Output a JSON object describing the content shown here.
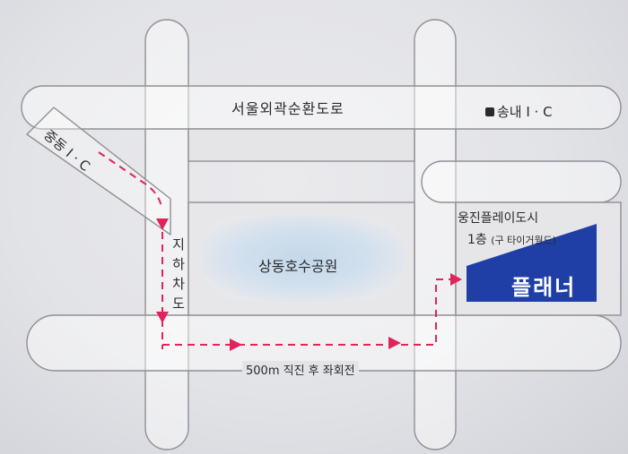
{
  "road_label": "서울외곽순환도로",
  "interchanges": {
    "songnae": "송내 I · C",
    "jungdong": "중동 I · C"
  },
  "underpass_label": "지하차도",
  "lake_park_label": "상동호수공원",
  "building": {
    "name": "웅진플레이도시",
    "floor": "1층",
    "floor_note": "(구 타이거월드)"
  },
  "shop_name": "플래너",
  "direction_note": "500m 직진 후 좌회전",
  "colors": {
    "route": "#e0245a",
    "shop_block": "#1f3fa6",
    "lake": "#c3d8ea",
    "road_outline": "#8f8f96"
  }
}
